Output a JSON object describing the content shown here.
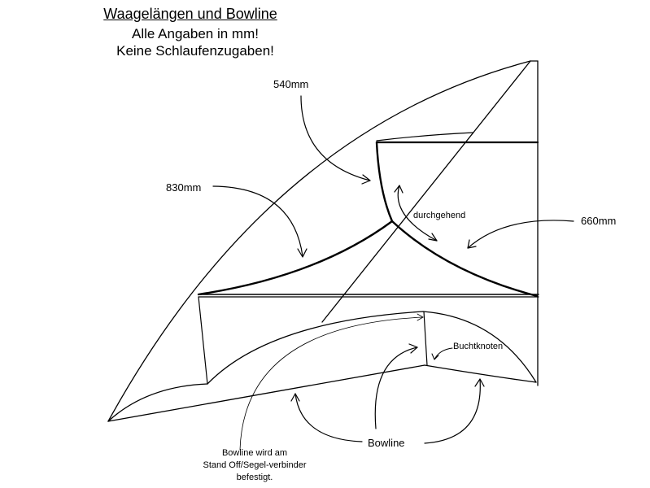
{
  "header": {
    "title": "Waagelängen und Bowline",
    "line1": "Alle Angaben in mm!",
    "line2": "Keine Schlaufenzugaben!"
  },
  "labels": {
    "len_540": "540mm",
    "len_830": "830mm",
    "len_660": "660mm",
    "durchgehend": "durchgehend",
    "buchtknoten": "Buchtknoten",
    "bowline": "Bowline"
  },
  "note": {
    "line1": "Bowline wird am",
    "line2": "Stand Off/Segel-verbinder",
    "line3": "befestigt."
  }
}
